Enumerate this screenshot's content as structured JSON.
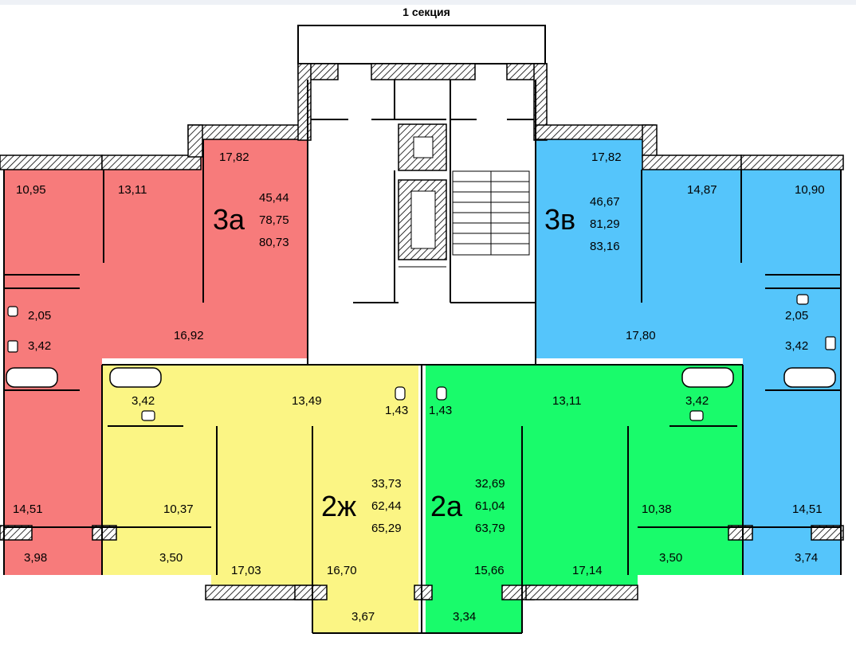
{
  "title": "1 секция",
  "colors": {
    "apt_3a": "#f77b7b",
    "apt_3v": "#55c5fb",
    "apt_2zh": "#fbf584",
    "apt_2a": "#19fb6b",
    "core": "#ffffff",
    "wall": "#000000"
  },
  "apartments": {
    "a3a": {
      "name": "3а",
      "living": "45,44",
      "total": "78,75",
      "total_balcony": "80,73"
    },
    "a3v": {
      "name": "3в",
      "living": "46,67",
      "total": "81,29",
      "total_balcony": "83,16"
    },
    "a2zh": {
      "name": "2ж",
      "living": "33,73",
      "total": "62,44",
      "total_balcony": "65,29"
    },
    "a2a": {
      "name": "2а",
      "living": "32,69",
      "total": "61,04",
      "total_balcony": "63,79"
    }
  },
  "rooms": {
    "r3a_room1": "10,95",
    "r3a_room2": "13,11",
    "r3a_room3": "17,82",
    "r3a_wc": "2,05",
    "r3a_bath": "3,42",
    "r3a_hall": "16,92",
    "r3a_kitchen": "14,51",
    "r3a_loggia": "3,98",
    "r3v_room3": "17,82",
    "r3v_room2": "14,87",
    "r3v_room1": "10,90",
    "r3v_wc": "2,05",
    "r3v_bath": "3,42",
    "r3v_hall": "17,80",
    "r3v_kitchen": "14,51",
    "r3v_loggia": "3,74",
    "r2zh_bath": "3,42",
    "r2zh_hall": "13,49",
    "r2zh_wc": "1,43",
    "r2zh_kitchen": "10,37",
    "r2zh_loggia1": "3,50",
    "r2zh_room1": "17,03",
    "r2zh_room2": "16,70",
    "r2zh_loggia2": "3,67",
    "r2a_wc": "1,43",
    "r2a_hall": "13,11",
    "r2a_bath": "3,42",
    "r2a_room2": "15,66",
    "r2a_room1": "17,14",
    "r2a_kitchen": "10,38",
    "r2a_loggia1": "3,50",
    "r2a_loggia2": "3,34"
  }
}
